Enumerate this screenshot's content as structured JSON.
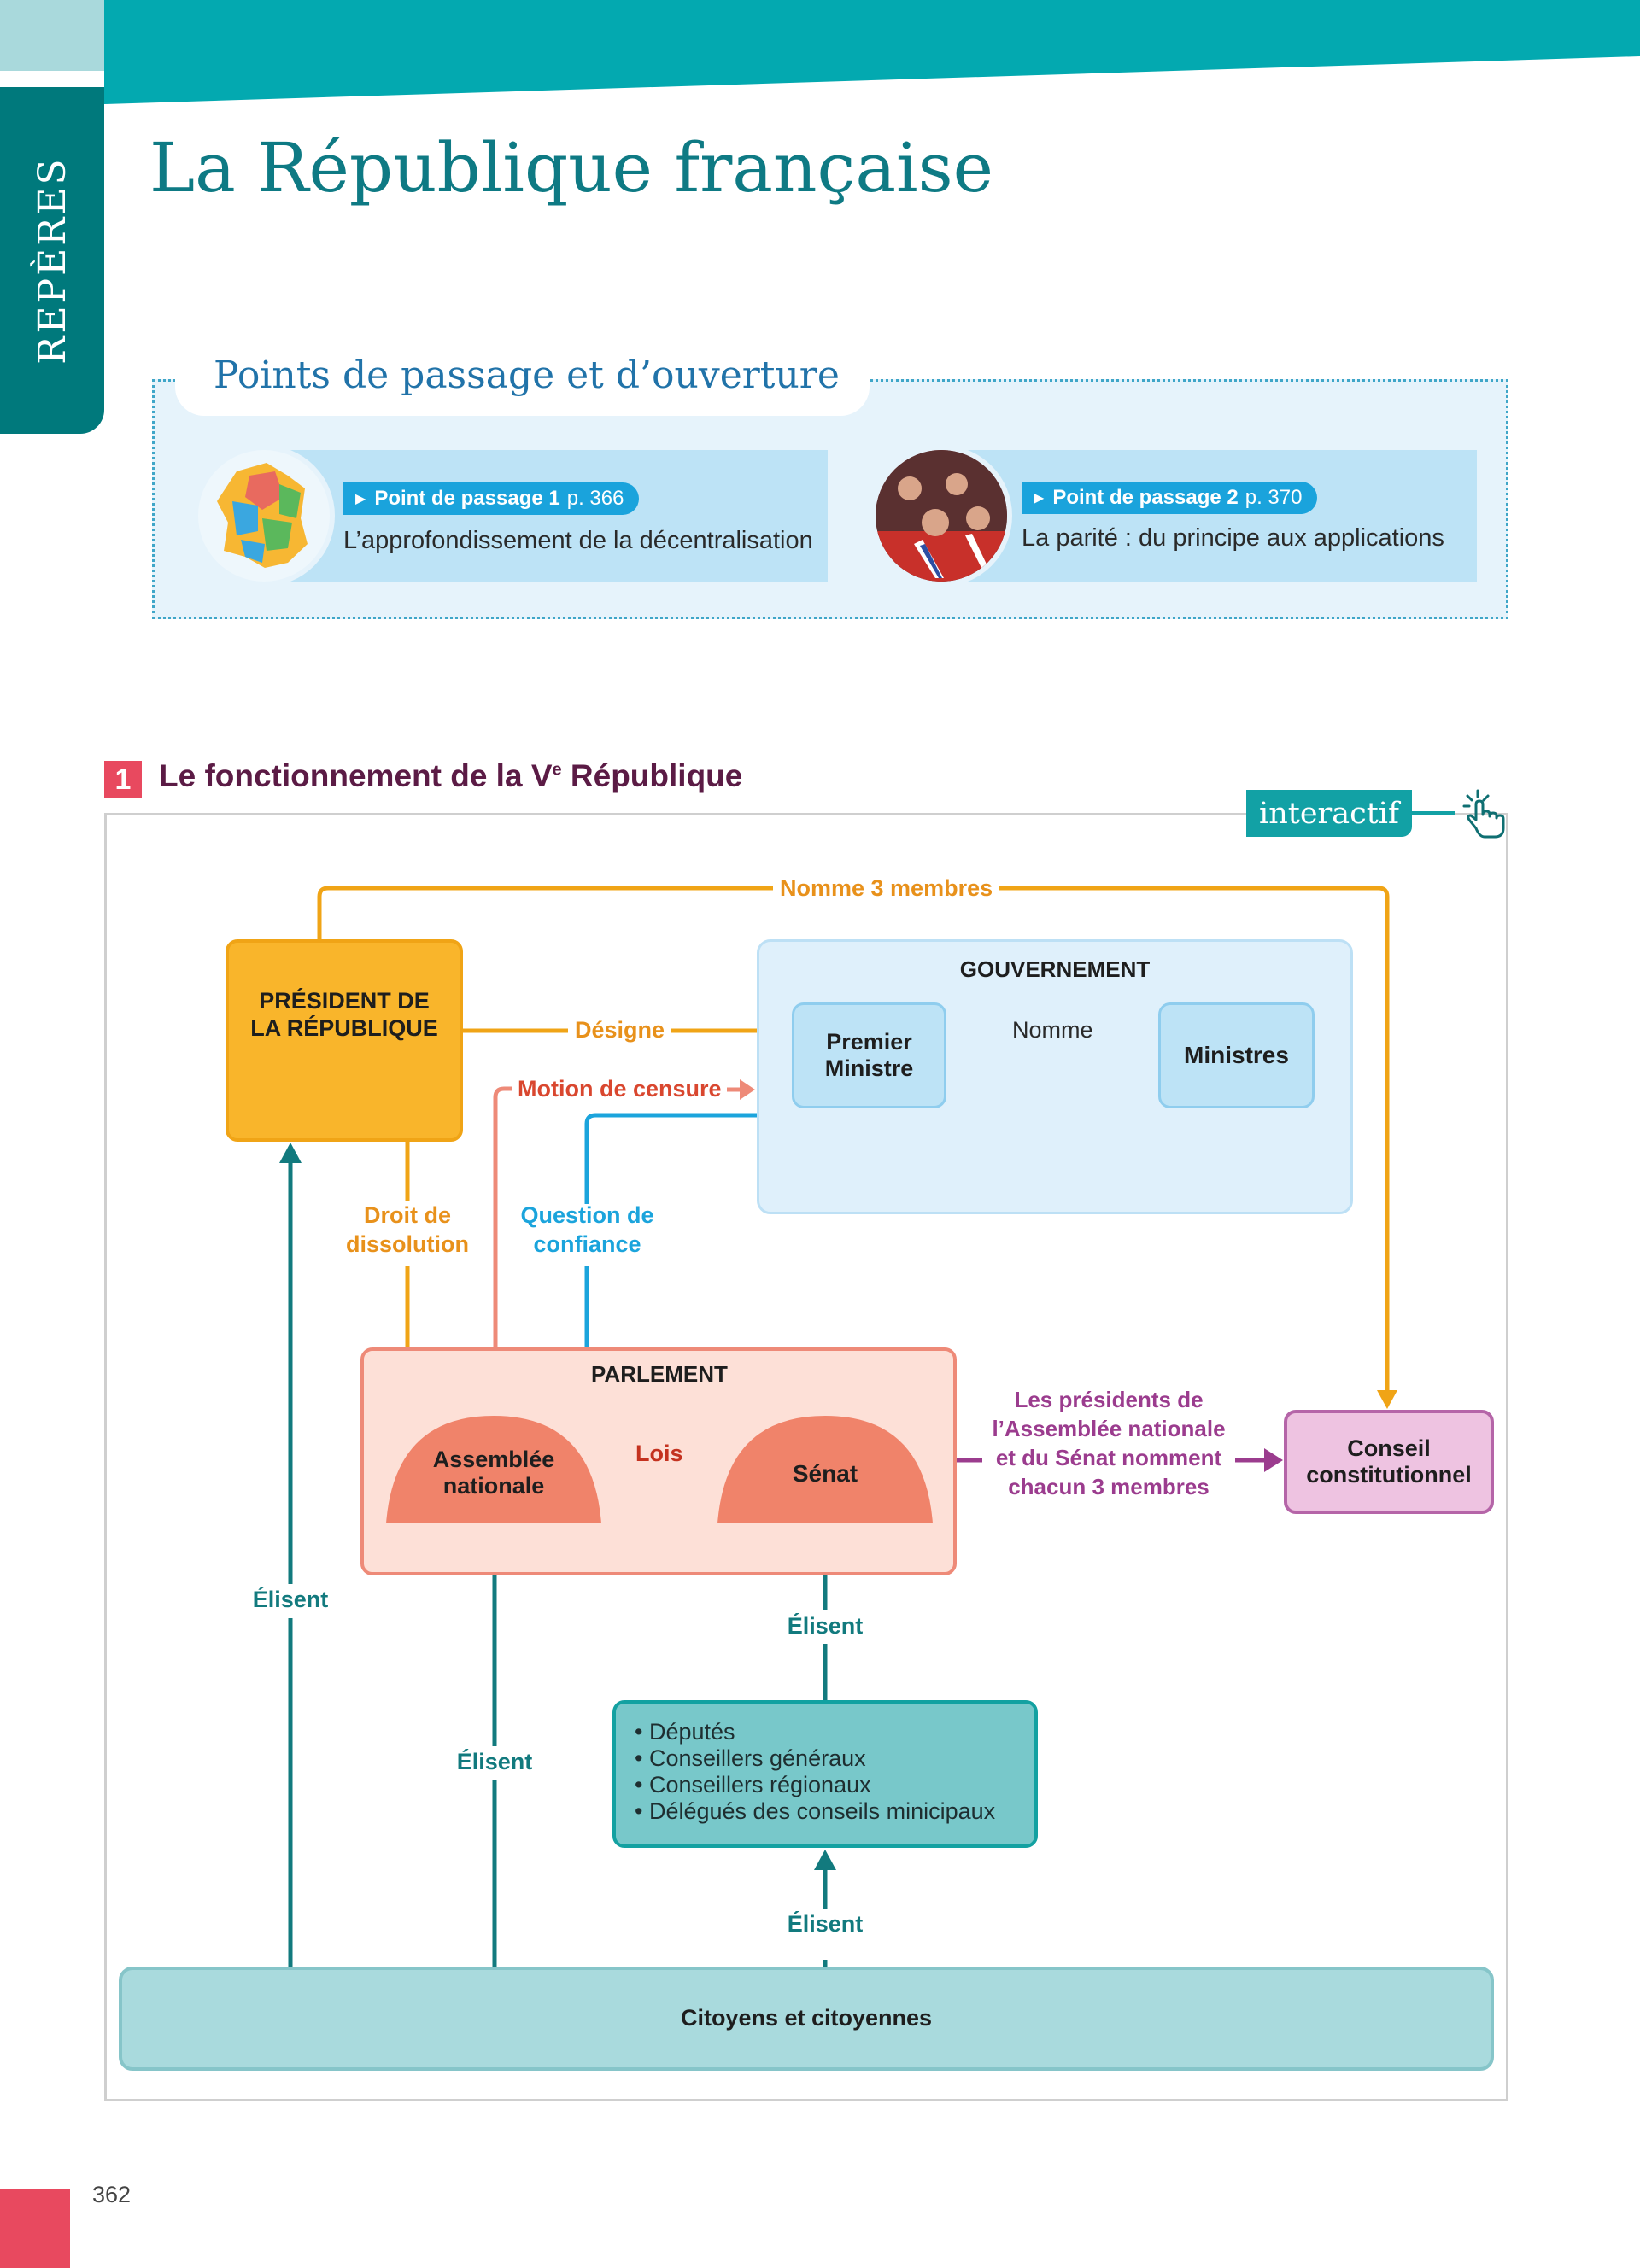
{
  "sidebar": {
    "tab_label": "REPÈRES"
  },
  "header": {
    "title": "La République française"
  },
  "points_de_passage": {
    "title": "Points de passage et d’ouverture",
    "items": [
      {
        "badge_label": "Point de passage 1",
        "page_ref": "p. 366",
        "subtitle": "L’approfondissement de la décentralisation",
        "image": "map-of-france-regions"
      },
      {
        "badge_label": "Point de passage 2",
        "page_ref": "p. 370",
        "subtitle": "La parité : du principe aux applications",
        "image": "elected-officials-with-sashes-photo"
      }
    ]
  },
  "section": {
    "number": "1",
    "title_pre": "Le fonctionnement de la V",
    "title_sup": "e",
    "title_post": " République",
    "interactive_label": "interactif"
  },
  "diagram": {
    "nodes": {
      "president": "PRÉSIDENT DE LA RÉPUBLIQUE",
      "gouvernement": "GOUVERNEMENT",
      "premier_ministre": "Premier Ministre",
      "ministres": "Ministres",
      "parlement": "PARLEMENT",
      "assemblee": "Assemblée nationale",
      "senat": "Sénat",
      "conseil": "Conseil constitutionnel",
      "citoyens": "Citoyens et citoyennes"
    },
    "electors": [
      "Députés",
      "Conseillers généraux",
      "Conseillers régionaux",
      "Délégués des conseils minicipaux"
    ],
    "edges": {
      "nomme_3_membres": "Nomme 3 membres",
      "designe": "Désigne",
      "motion_de_censure": "Motion de censure",
      "nomme": "Nomme",
      "droit_dissolution": "Droit de dissolution",
      "question_confiance": "Question de confiance",
      "lois": "Lois",
      "presidents_nomment": "Les présidents de l’Assemblée nationale et du Sénat nomment chacun 3 membres",
      "elisent": "Élisent"
    },
    "colors": {
      "president": "#f9b52b",
      "orange_line": "#f0a416",
      "orange_text": "#e8911b",
      "censure": "#ee8a78",
      "censure_text": "#d9472f",
      "confiance": "#1ba4dc",
      "gouvernement_bg": "#dff0fb",
      "minister_bg": "#bde3f6",
      "parlement_bg": "#fde0d7",
      "chamber": "#f0836a",
      "conseil_bg": "#eec3e1",
      "purple": "#9b3c8e",
      "teal": "#127a7e",
      "electors_bg": "#78c8ca",
      "citoyens_bg": "#a9dadd"
    }
  },
  "footer": {
    "page_number": "362"
  }
}
